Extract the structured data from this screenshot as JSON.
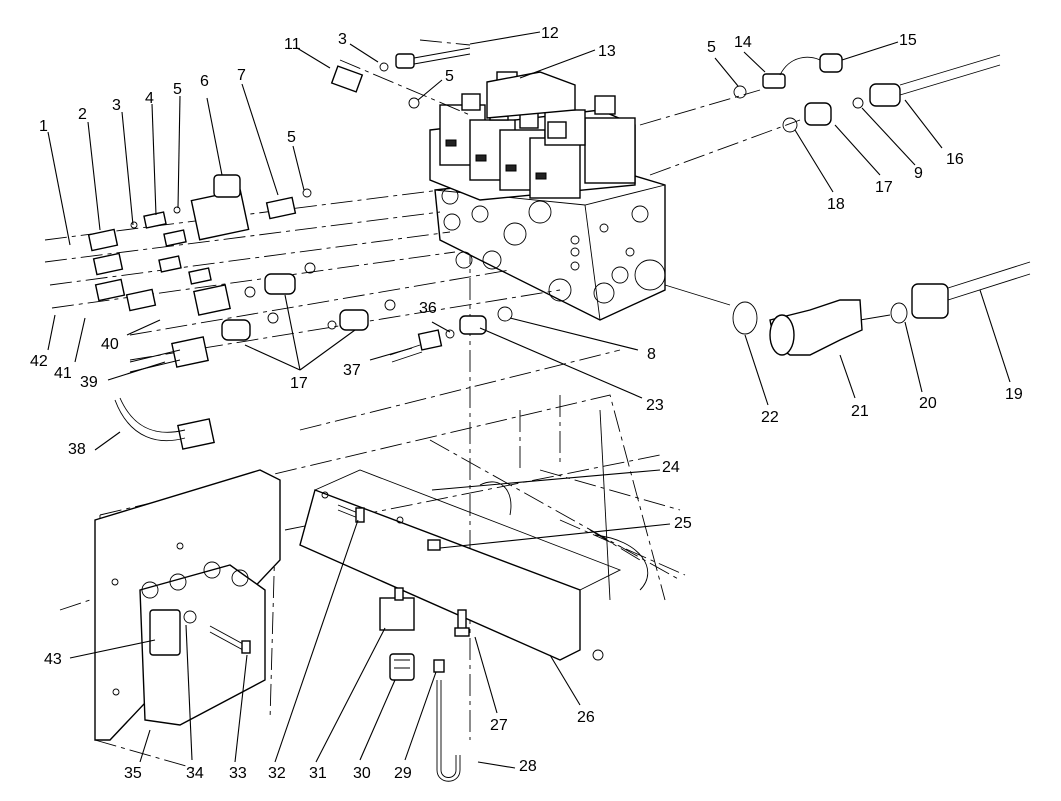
{
  "diagram": {
    "callouts": [
      "1",
      "2",
      "3",
      "4",
      "5",
      "6",
      "7",
      "5",
      "3",
      "11",
      "12",
      "13",
      "5",
      "5",
      "14",
      "15",
      "16",
      "9",
      "17",
      "18",
      "42",
      "41",
      "40",
      "39",
      "17",
      "36",
      "37",
      "8",
      "23",
      "22",
      "21",
      "20",
      "19",
      "38",
      "24",
      "25",
      "43",
      "35",
      "34",
      "33",
      "32",
      "31",
      "30",
      "29",
      "28",
      "27",
      "26"
    ]
  }
}
